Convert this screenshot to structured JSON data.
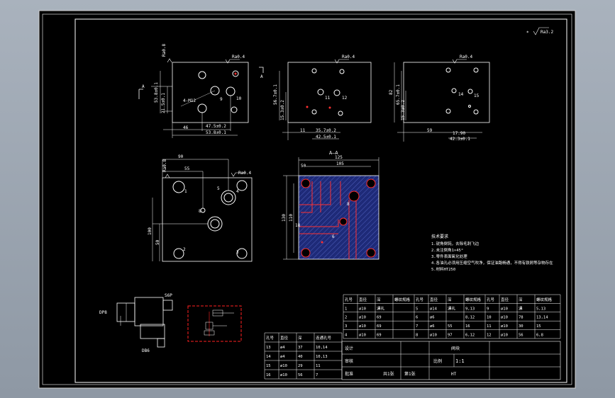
{
  "colors": {
    "frame_bg": "#000000",
    "line": "#ffffff",
    "section_fill": "#1e2a78",
    "hole_highlight": "#ff3030",
    "dashed_box": "#ff2020",
    "window_bg": "#98a2ae"
  },
  "drawing": {
    "roughness_global": "Ra3.2",
    "view1": {
      "roughness_top": "Ra0.8",
      "roughness_right": "Ra0.4",
      "dim_vert_1": "53.8±0.1",
      "dim_vert_2": "21.5±0.1",
      "dim_thread": "4-M12",
      "hole_labels": [
        "9",
        "10"
      ],
      "dim_h_1": "46",
      "dim_h_2": "47.5±0.2",
      "dim_h_3": "53.8±0.1",
      "section_mark": "A"
    },
    "view2": {
      "roughness_right": "Ra0.4",
      "dim_vert_1": "56.7±0.1",
      "dim_vert_2": "15.3±0.2",
      "hole_labels": [
        "11",
        "12"
      ],
      "dim_h_1": "11",
      "dim_h_2": "35.7±0.2",
      "dim_h_3": "42.5±0.1",
      "section_mark": "A"
    },
    "view3": {
      "roughness_right": "Ra0.4",
      "dim_vert_1": "82",
      "dim_vert_2": "65.7±0.1",
      "dim_vert_3": "15.3±0.2",
      "hole_labels": [
        "14",
        "15"
      ],
      "dim_h_1": "59",
      "dim_h_2": "17.90",
      "dim_h_3": "42.3±0.1"
    },
    "view4": {
      "roughness_left": "Ra0.8",
      "roughness_right": "Ra0.4",
      "dim_h_1": "90",
      "dim_h_2": "55",
      "dim_v_1": "100",
      "dim_v_2": "50",
      "hole_labels": [
        "1",
        "2",
        "3",
        "4",
        "5",
        "8"
      ]
    },
    "section": {
      "title": "A—A",
      "dim_h_1": "125",
      "dim_h_2": "105",
      "dim_h_3": "50",
      "dim_v_1": "130",
      "dim_v_2": "110",
      "dim_v_3": "18",
      "hole_labels": [
        "6",
        "8"
      ]
    },
    "notes": {
      "heading": "技术要求",
      "lines": [
        "1.锐角倒钝，去除毛刺飞边",
        "2.未注倒角1×45°",
        "3.零件表面氧化处理",
        "4.各油孔必须用压缩空气吹净，保证油路畅通，不得有铁屑等杂物存在",
        "5.材料HT250"
      ]
    },
    "assembly": {
      "label_left": "DP8",
      "label_top": "S6P",
      "label_bottom": "DB6"
    }
  },
  "hole_table": {
    "headers": [
      "孔号",
      "直径",
      "深",
      "螺纹规格"
    ],
    "rows": [
      [
        "1",
        "ø10",
        "通孔",
        "",
        "5",
        "ø14",
        "通孔",
        "9,13",
        "9",
        "ø10",
        "通",
        "5,13"
      ],
      [
        "2",
        "ø10",
        "69",
        "",
        "6",
        "ø6",
        "",
        "8,12",
        "10",
        "ø10",
        "78",
        "13,14"
      ],
      [
        "3",
        "ø10",
        "69",
        "",
        "7",
        "ø6",
        "55",
        "16",
        "11",
        "ø10",
        "30",
        "15"
      ],
      [
        "4",
        "ø10",
        "69",
        "",
        "8",
        "ø10",
        "97",
        "6,12",
        "12",
        "ø10",
        "56",
        "6,8"
      ]
    ]
  },
  "hole_table_2": {
    "headers": [
      "孔号",
      "直径",
      "深",
      "连通孔号"
    ],
    "rows": [
      [
        "13",
        "ø4",
        "37",
        "10,14"
      ],
      [
        "14",
        "ø4",
        "40",
        "10,13"
      ],
      [
        "15",
        "ø10",
        "29",
        "11"
      ],
      [
        "16",
        "ø10",
        "56",
        "7"
      ]
    ]
  },
  "title_block": {
    "part_name": "阀块",
    "scale_label": "比例",
    "scale_value": "1:1",
    "material": "HT",
    "labels": [
      "设计",
      "审核",
      "批准",
      "共1张"
    ],
    "sheet": "第1张"
  }
}
